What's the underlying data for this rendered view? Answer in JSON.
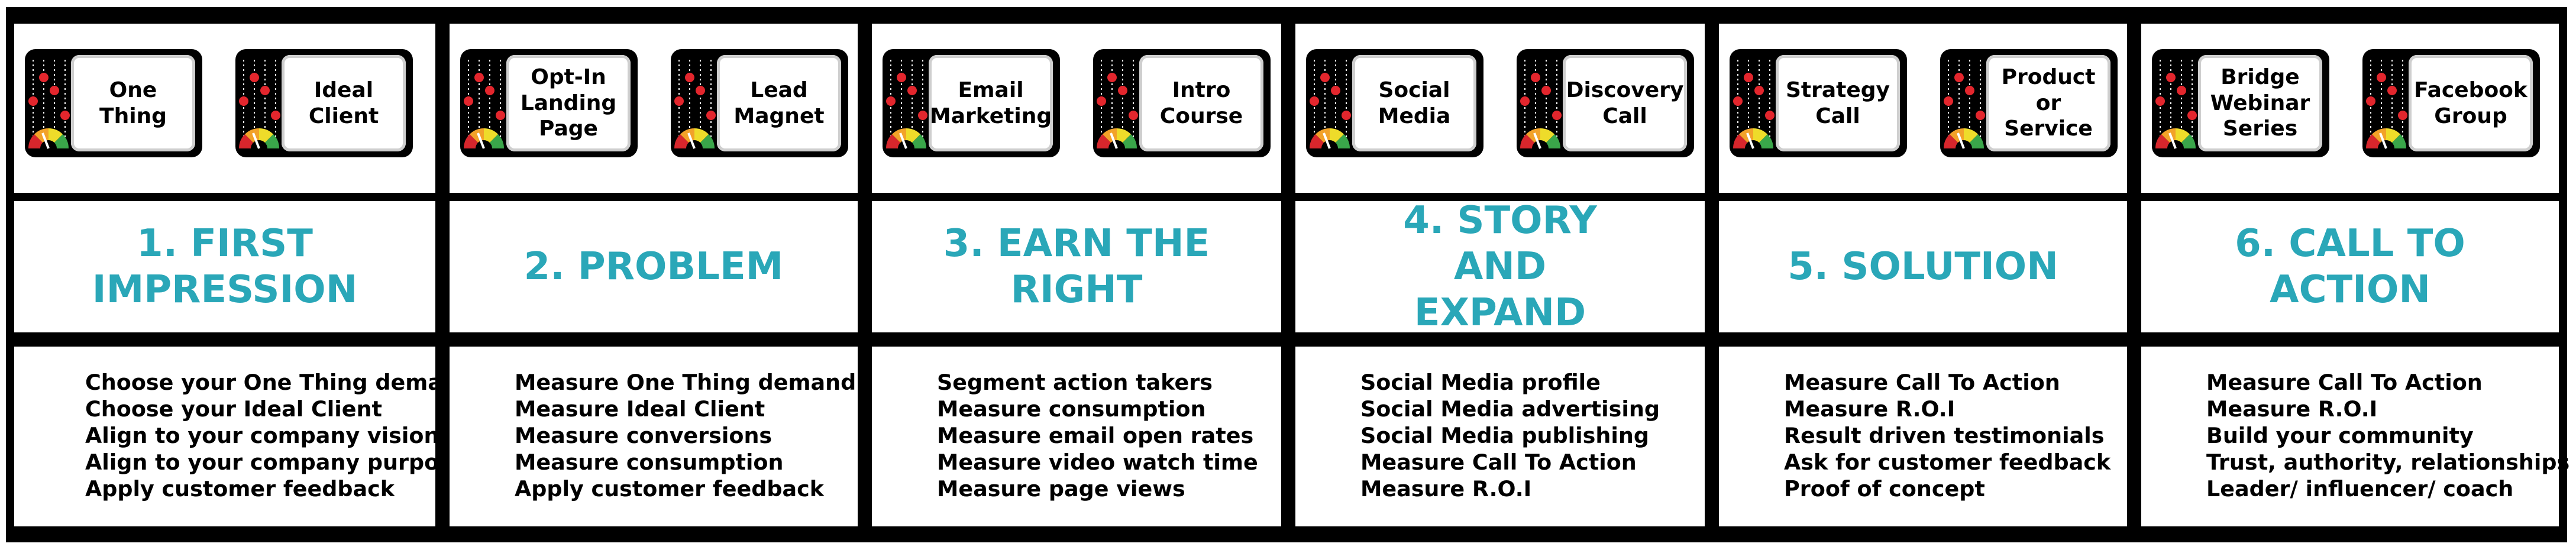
{
  "columns": [
    {
      "header": "1. FIRST IMPRESSION",
      "cards": [
        "One\nThing",
        "Ideal\nClient"
      ],
      "items": [
        "Choose your One Thing demand",
        "Choose your Ideal Client",
        "Align to your company vision",
        "Align to your company purpose",
        "Apply customer feedback"
      ]
    },
    {
      "header": "2. PROBLEM",
      "cards": [
        "Opt-In\nLanding\nPage",
        "Lead\nMagnet"
      ],
      "items": [
        "Measure One Thing demand",
        "Measure Ideal Client",
        "Measure conversions",
        "Measure consumption",
        "Apply customer feedback"
      ]
    },
    {
      "header": "3. EARN THE RIGHT",
      "cards": [
        "Email\nMarketing",
        "Intro\nCourse"
      ],
      "items": [
        "Segment action takers",
        "Measure consumption",
        "Measure email open rates",
        "Measure video watch time",
        "Measure page views"
      ]
    },
    {
      "header": "4. STORY AND EXPAND",
      "cards": [
        "Social\nMedia",
        "Discovery\nCall"
      ],
      "items": [
        "Social Media profile",
        "Social Media advertising",
        "Social Media publishing",
        "Measure Call To Action",
        "Measure R.O.I"
      ]
    },
    {
      "header": "5. SOLUTION",
      "cards": [
        "Strategy\nCall",
        "Product\nor\nService"
      ],
      "items": [
        "Measure Call To Action",
        "Measure R.O.I",
        "Result driven testimonials",
        "Ask for customer feedback",
        "Proof of concept"
      ]
    },
    {
      "header": "6. CALL TO ACTION",
      "cards": [
        "Bridge\nWebinar\nSeries",
        "Facebook\nGroup"
      ],
      "items": [
        "Measure Call To Action",
        "Measure R.O.I",
        "Build your community",
        "Trust, authority, relationships",
        "Leader/ influencer/ coach"
      ]
    }
  ],
  "colors": {
    "accent": "#2aa7b8",
    "frame": "#000000",
    "indicator_red": "#e3262d",
    "gauge": [
      "#d7262c",
      "#f2a229",
      "#eedc2a",
      "#3aa64a"
    ]
  },
  "icons": {
    "card_indicator": "slider-gauge-icon"
  }
}
